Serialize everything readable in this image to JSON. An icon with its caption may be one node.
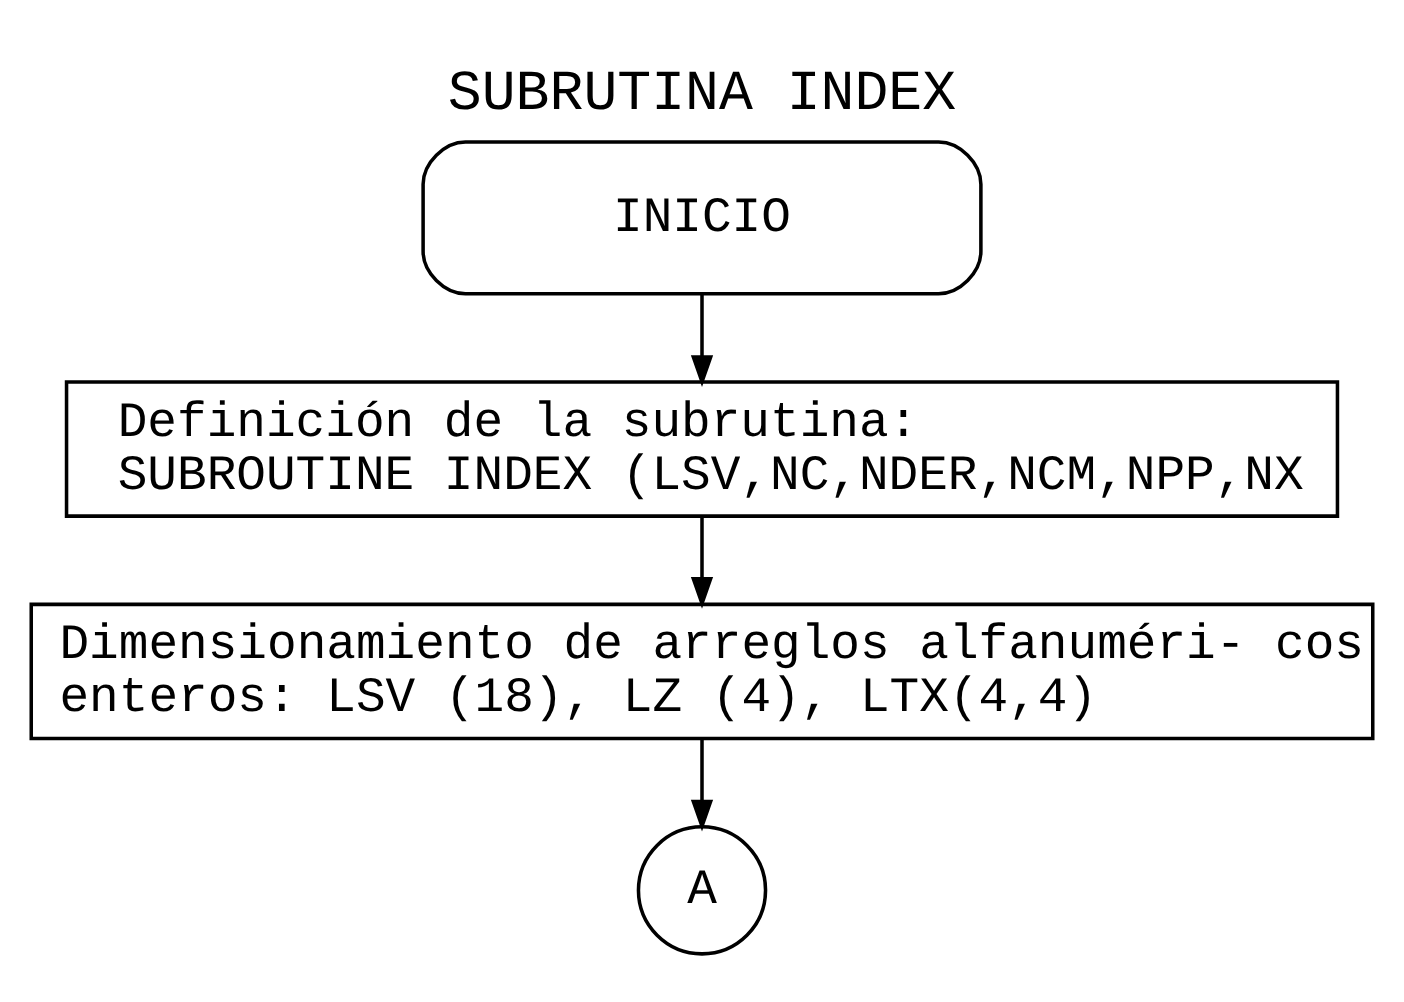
{
  "diagram": {
    "title": "SUBRUTINA INDEX",
    "nodes": [
      {
        "text": [
          "INICIO"
        ]
      },
      {
        "text": [
          "Definición de la subrutina: SUBROUTINE INDEX (LSV,NC,NDER,NCM,NPP,NX"
        ]
      },
      {
        "text": [
          "Dimensionamiento de arreglos alfanuméri- cos enteros: LSV (18), LZ (4), LTX(4,4)"
        ]
      },
      {
        "text": [
          "A"
        ]
      }
    ],
    "edges": [
      {
        "from": 0,
        "to": 1,
        "arrow": "to"
      },
      {
        "from": 1,
        "to": 2,
        "arrow": "to"
      },
      {
        "from": 2,
        "to": 3,
        "arrow": "to"
      }
    ]
  }
}
